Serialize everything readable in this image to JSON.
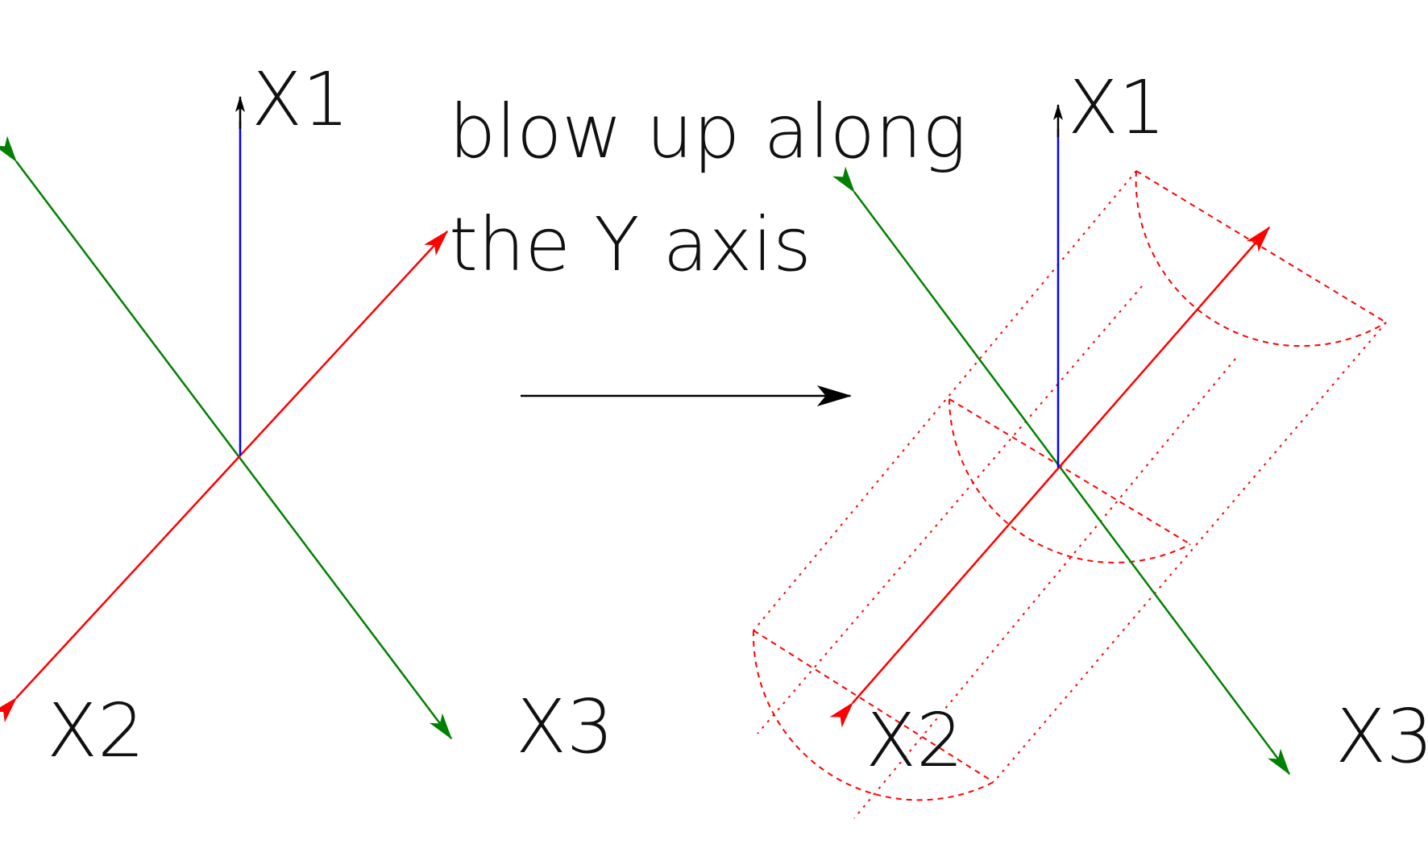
{
  "colors": {
    "x1_axis": "#0000ff",
    "x2_axis": "#ff0000",
    "x3_axis": "#008000",
    "arrow_head_x1": "#000000",
    "transition_arrow": "#000000",
    "blowup_outline": "#ff0000",
    "text": "#111111"
  },
  "labels": {
    "x1": "X1",
    "x2": "X2",
    "x3": "X3"
  },
  "caption": {
    "line1": "blow up along",
    "line2": "the Y axis"
  },
  "icons": {
    "transition": "right-arrow-icon"
  }
}
